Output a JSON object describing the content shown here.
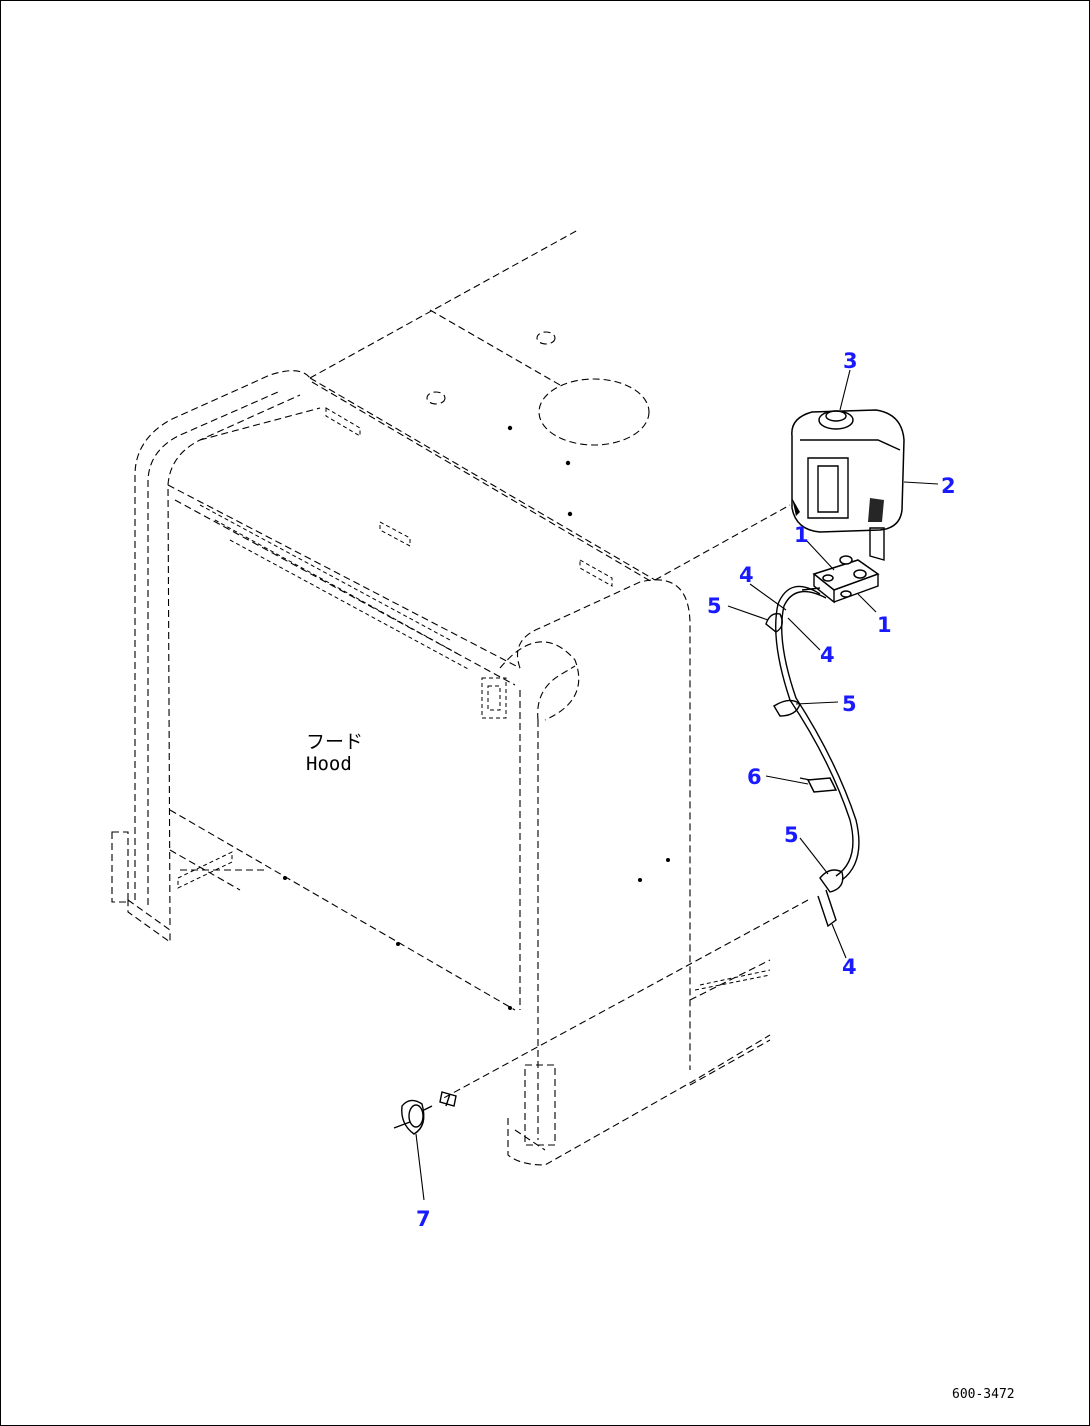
{
  "labels": {
    "hood_jp": "フード",
    "hood_en": "Hood",
    "drawing_no": "600-3472"
  },
  "callouts": [
    {
      "id": "c3",
      "text": "3"
    },
    {
      "id": "c2",
      "text": "2"
    },
    {
      "id": "c1a",
      "text": "1"
    },
    {
      "id": "c1b",
      "text": "1"
    },
    {
      "id": "c4a",
      "text": "4"
    },
    {
      "id": "c5a",
      "text": "5"
    },
    {
      "id": "c4b",
      "text": "4"
    },
    {
      "id": "c5b",
      "text": "5"
    },
    {
      "id": "c6",
      "text": "6"
    },
    {
      "id": "c5c",
      "text": "5"
    },
    {
      "id": "c4c",
      "text": "4"
    },
    {
      "id": "c7",
      "text": "7"
    }
  ],
  "colors": {
    "callout": "#1a1aff",
    "line": "#000000",
    "background": "#ffffff"
  }
}
